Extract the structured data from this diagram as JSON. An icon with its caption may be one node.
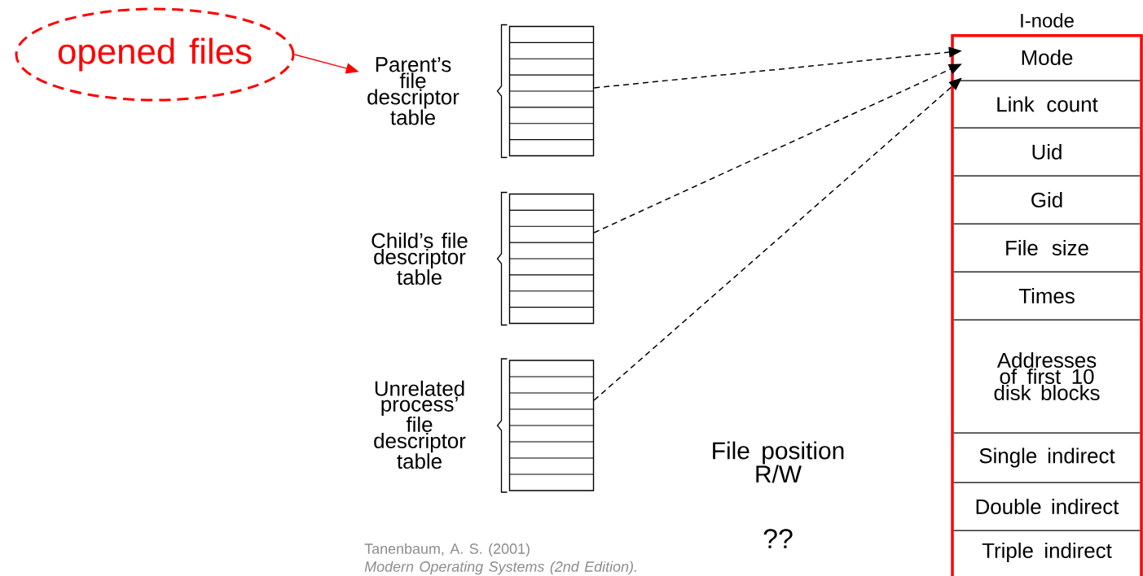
{
  "diagram": {
    "nodes": [
      {
        "text": [
          "opened files"
        ]
      },
      {
        "text": [
          "Parent’s file descriptor table"
        ]
      },
      {
        "text": [],
        "shape": "box"
      },
      {
        "text": [
          "Child’s file descriptor table"
        ]
      },
      {
        "text": [],
        "shape": "box"
      },
      {
        "text": [
          "Unrelated process’ file descriptor table"
        ]
      },
      {
        "text": [],
        "shape": "box"
      },
      {
        "text": [
          "I-node"
        ]
      },
      {
        "text": [
          "Mode"
        ],
        "in": 7
      },
      {
        "text": [
          "Link count"
        ],
        "in": 7
      },
      {
        "text": [
          "Uid"
        ],
        "in": 7
      },
      {
        "text": [
          "Gid"
        ],
        "in": 7
      },
      {
        "text": [
          "File size"
        ],
        "in": 7
      },
      {
        "text": [
          "Times"
        ],
        "in": 7
      },
      {
        "text": [
          "Addresses of first 10 disk blocks"
        ],
        "in": 7
      },
      {
        "text": [
          "Single indirect"
        ],
        "in": 7
      },
      {
        "text": [
          "Double indirect"
        ],
        "in": 7
      },
      {
        "text": [
          "Triple indirect"
        ],
        "in": 7
      }
    ],
    "edges": [
      {
        "from": 0,
        "to": 1,
        "arrow": "to",
        "color": "#ff0000"
      },
      {
        "from": 2,
        "to": 8,
        "arrow": "to",
        "style": "dashed"
      },
      {
        "from": 4,
        "to": 8,
        "arrow": "to",
        "style": "dashed"
      },
      {
        "from": 6,
        "to": 8,
        "arrow": "to",
        "style": "dashed"
      }
    ],
    "labels": [
      "File position R/W",
      "??",
      "Tanenbaum, A. S. (2001)",
      "Modern Operating Systems (2nd Edition)."
    ]
  }
}
